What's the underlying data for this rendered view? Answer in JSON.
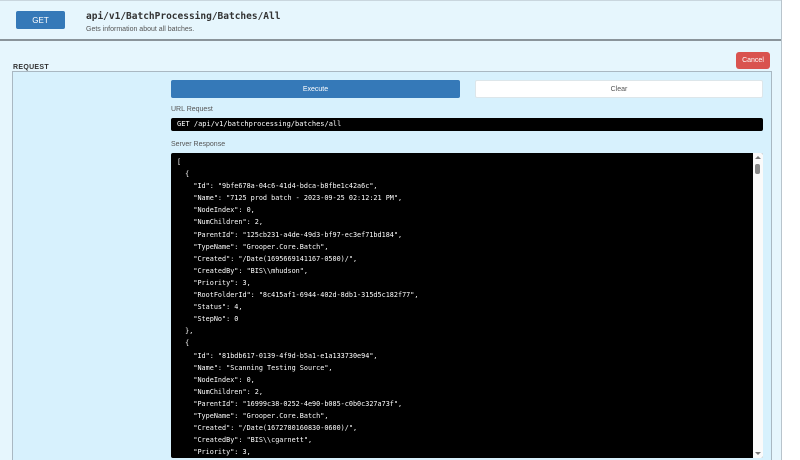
{
  "header": {
    "method": "GET",
    "path": "api/v1/BatchProcessing/Batches/All",
    "description": "Gets information about all batches."
  },
  "request": {
    "section_label": "REQUEST",
    "cancel_label": "Cancel",
    "execute_label": "Execute",
    "clear_label": "Clear",
    "url_request_label": "URL Request",
    "url_request_value": "GET /api/v1/batchprocessing/batches/all",
    "server_response_label": "Server Response",
    "server_response_text": "[\n  {\n    \"Id\": \"9bfe678a-04c6-41d4-bdca-b8fbe1c42a6c\",\n    \"Name\": \"7125 prod batch - 2023-09-25 02:12:21 PM\",\n    \"NodeIndex\": 0,\n    \"NumChildren\": 2,\n    \"ParentId\": \"125cb231-a4de-49d3-bf97-ec3ef71bd184\",\n    \"TypeName\": \"Grooper.Core.Batch\",\n    \"Created\": \"/Date(1695669141167-0500)/\",\n    \"CreatedBy\": \"BIS\\\\mhudson\",\n    \"Priority\": 3,\n    \"RootFolderId\": \"8c415af1-6944-402d-8db1-315d5c182f77\",\n    \"Status\": 4,\n    \"StepNo\": 0\n  },\n  {\n    \"Id\": \"81bdb617-0139-4f9d-b5a1-e1a133730e94\",\n    \"Name\": \"Scanning Testing Source\",\n    \"NodeIndex\": 0,\n    \"NumChildren\": 2,\n    \"ParentId\": \"16999c38-0252-4e90-b085-c0b0c327a73f\",\n    \"TypeName\": \"Grooper.Core.Batch\",\n    \"Created\": \"/Date(1672780160830-0600)/\",\n    \"CreatedBy\": \"BIS\\\\cgarnett\",\n    \"Priority\": 3,"
  },
  "colors": {
    "primary": "#3579b8",
    "danger": "#d9534f",
    "panel_bg": "#d7f1fd",
    "header_bg": "#e6f6fd",
    "code_bg": "#000000"
  }
}
